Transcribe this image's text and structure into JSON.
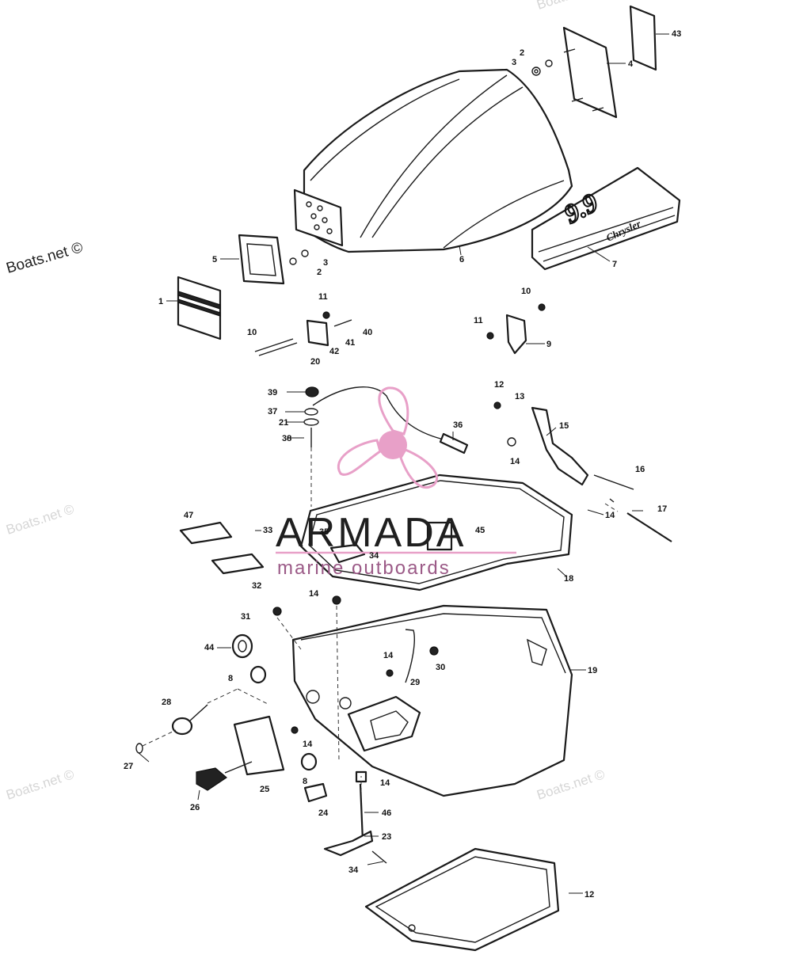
{
  "watermarks": {
    "main": "Boats.net ©",
    "faint": [
      "Boats.net ©",
      "Boats.net ©",
      "Boats.net ©",
      "Boats.net ©"
    ]
  },
  "logo": {
    "name": "ARMADA",
    "tagline": "marine outboards",
    "accent_color": "#e8a0c8",
    "icon": "propeller-icon"
  },
  "decal": {
    "number": "9.9",
    "brand": "Chrysler"
  },
  "callouts": [
    "43",
    "4",
    "2",
    "3",
    "5",
    "3",
    "2",
    "6",
    "7",
    "1",
    "11",
    "10",
    "40",
    "41",
    "42",
    "20",
    "10",
    "11",
    "9",
    "39",
    "37",
    "21",
    "38",
    "36",
    "12",
    "13",
    "15",
    "14",
    "16",
    "17",
    "14",
    "47",
    "33",
    "35",
    "45",
    "34",
    "32",
    "18",
    "14",
    "31",
    "44",
    "19",
    "8",
    "14",
    "29",
    "30",
    "28",
    "14",
    "27",
    "8",
    "25",
    "26",
    "24",
    "14",
    "46",
    "23",
    "34",
    "12"
  ]
}
